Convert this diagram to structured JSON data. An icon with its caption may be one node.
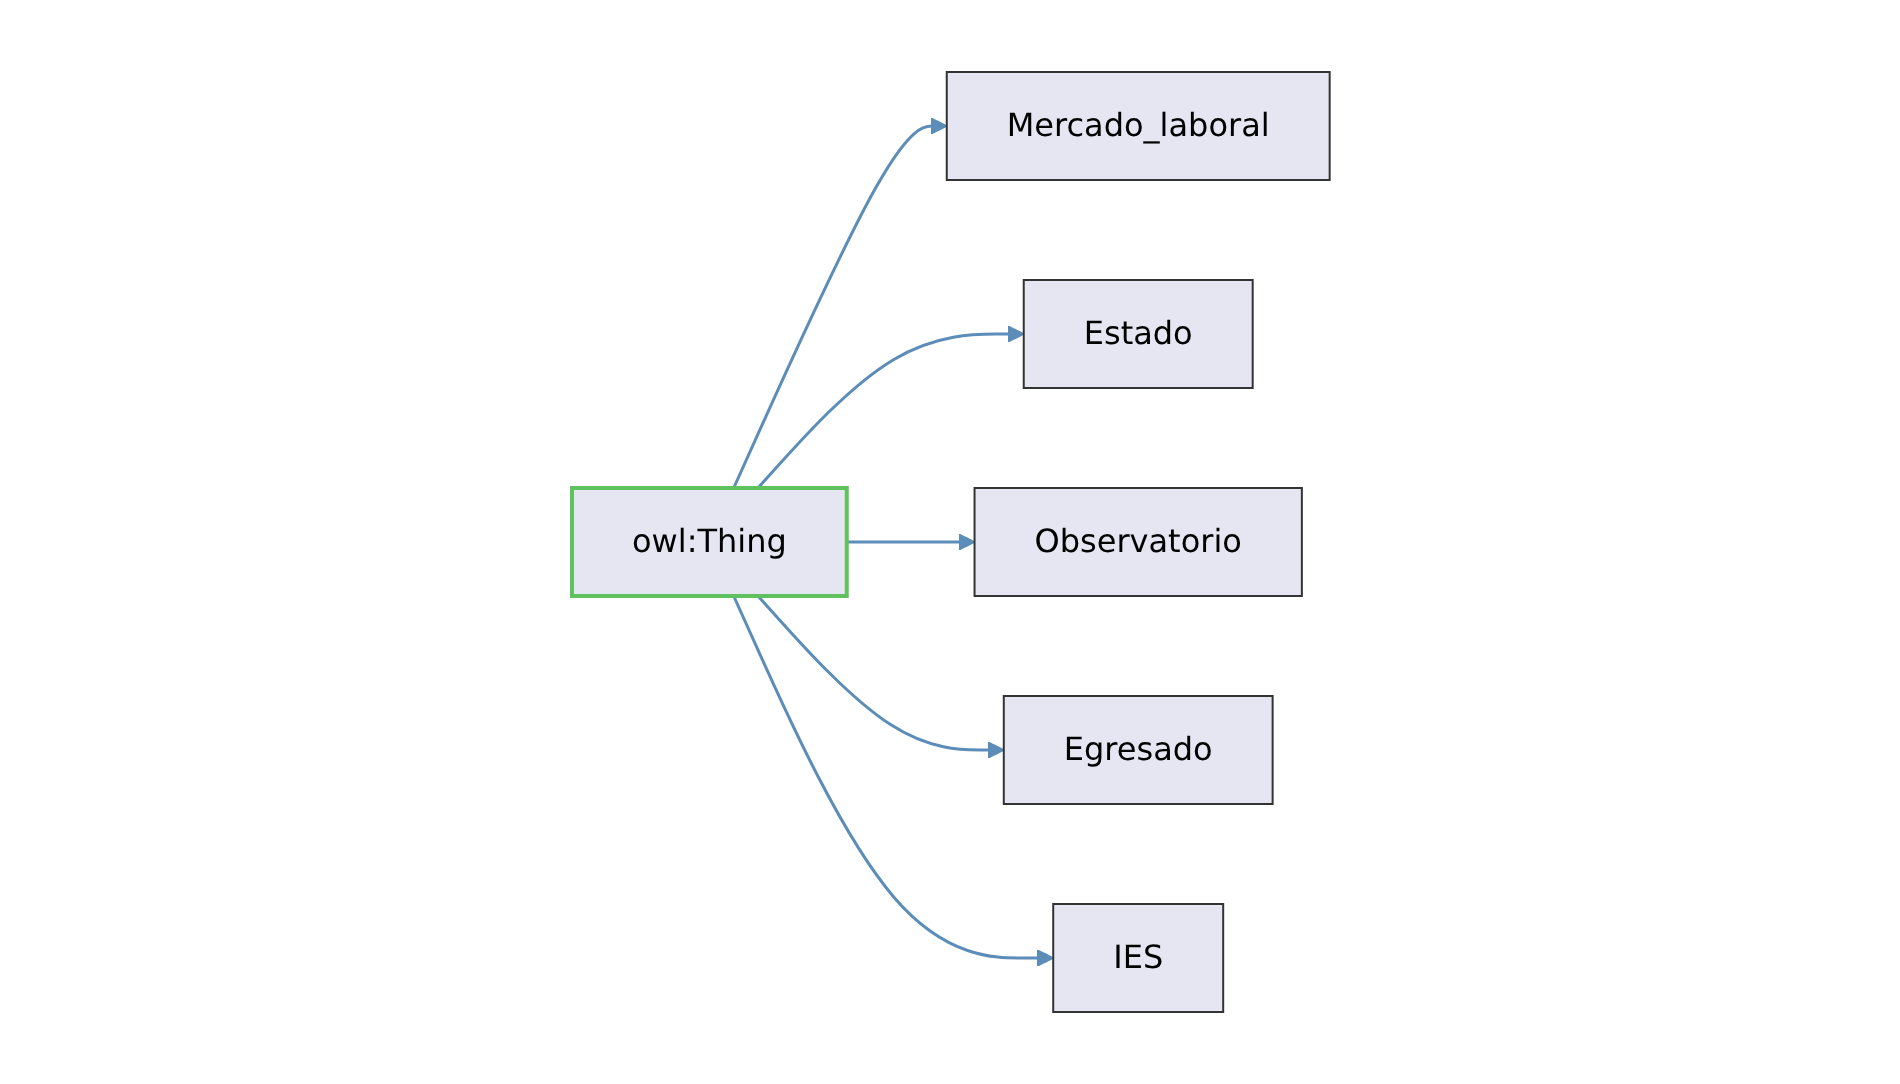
{
  "diagram": {
    "nodes": [
      {
        "text": [
          "Mercado_laboral"
        ]
      },
      {
        "text": [
          "Estado"
        ]
      },
      {
        "text": [
          "Observatorio"
        ]
      },
      {
        "text": [
          "owl:Thing"
        ]
      },
      {
        "text": [
          "Egresado"
        ]
      },
      {
        "text": [
          "IES"
        ]
      }
    ],
    "edges": [
      {
        "from": 3,
        "to": 0,
        "arrow": "to"
      },
      {
        "from": 3,
        "to": 1,
        "arrow": "to"
      },
      {
        "from": 3,
        "to": 2,
        "arrow": "to"
      },
      {
        "from": 3,
        "to": 4,
        "arrow": "to"
      },
      {
        "from": 3,
        "to": 5,
        "arrow": "to"
      }
    ]
  }
}
